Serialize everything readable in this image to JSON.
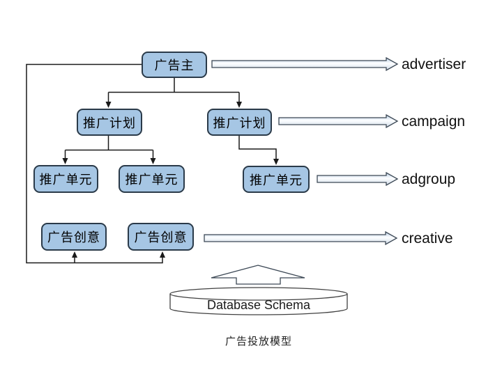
{
  "diagram": {
    "caption": "广告投放模型",
    "nodes": {
      "advertiser": "广告主",
      "campaign1": "推广计划",
      "campaign2": "推广计划",
      "adgroup1": "推广单元",
      "adgroup2": "推广单元",
      "adgroup3": "推广单元",
      "creative1": "广告创意",
      "creative2": "广告创意"
    },
    "level_labels": {
      "advertiser": "advertiser",
      "campaign": "campaign",
      "adgroup": "adgroup",
      "creative": "creative"
    },
    "database": {
      "label": "Database Schema"
    },
    "colors": {
      "node_fill": "#a6c6e4",
      "node_border": "#2a3a49",
      "connector": "#1a1a1a",
      "block_arrow_border": "#3c4855",
      "block_arrow_gradient_top": "#b7cde3",
      "block_arrow_gradient_mid": "#fdfeff",
      "block_arrow_gradient_bottom": "#cdd9e6"
    }
  }
}
